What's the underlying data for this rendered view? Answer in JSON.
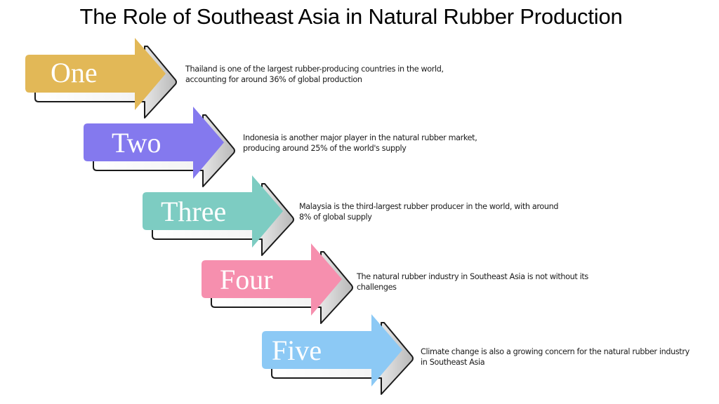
{
  "title": "The Role of Southeast Asia in Natural Rubber Production",
  "colors": {
    "one": "#E2B857",
    "two": "#8479EE",
    "three": "#7DCCC2",
    "four": "#F68FAE",
    "five": "#8CC9F5",
    "outline": "#1a1a1a",
    "text": "#1a1a1a"
  },
  "steps": [
    {
      "label": "One",
      "color": "#E2B857",
      "desc_line1": "Thailand is one of the largest rubber-producing countries in the world,",
      "desc_line2": "accounting for around 36% of global production"
    },
    {
      "label": "Two",
      "color": "#8479EE",
      "desc_line1": "Indonesia is another major player in the natural rubber market,",
      "desc_line2": "producing around 25% of the world's supply"
    },
    {
      "label": "Three",
      "color": "#7DCCC2",
      "desc_line1": "Malaysia is the third-largest rubber producer in the world, with around",
      "desc_line2": "8% of global supply"
    },
    {
      "label": "Four",
      "color": "#F68FAE",
      "desc_line1": "The natural rubber industry in Southeast Asia is not without its",
      "desc_line2": "challenges"
    },
    {
      "label": "Five",
      "color": "#8CC9F5",
      "desc_line1": "Climate change is also a growing concern for the natural rubber industry",
      "desc_line2": "in Southeast Asia"
    }
  ]
}
